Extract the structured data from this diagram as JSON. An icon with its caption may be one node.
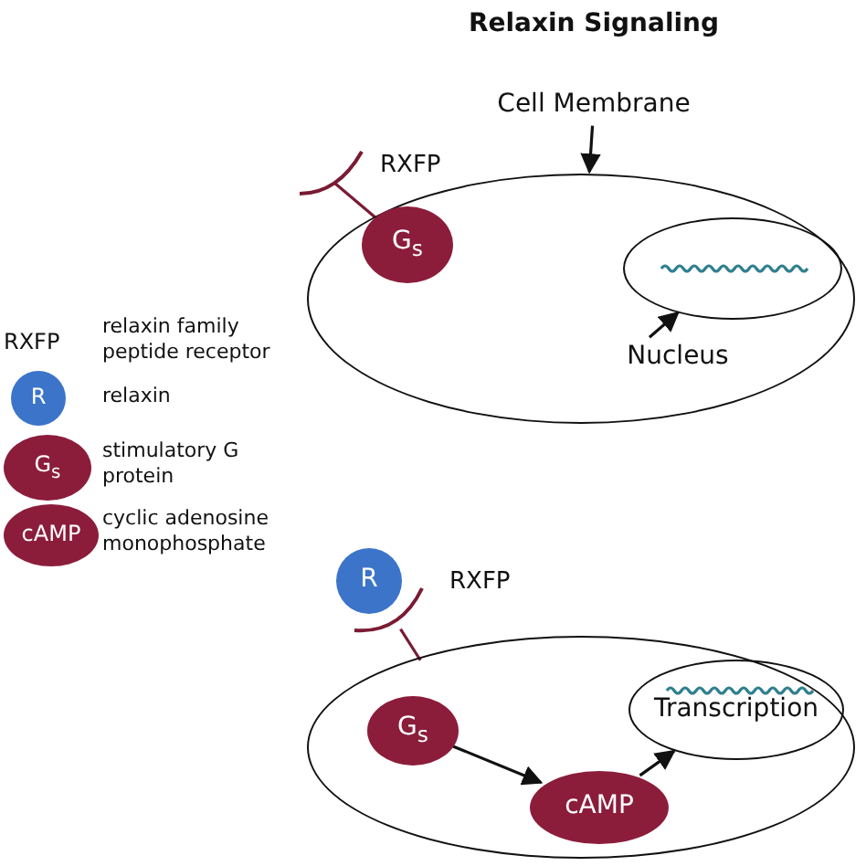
{
  "diagram": {
    "title": "Relaxin Signaling",
    "nodes": [
      {
        "text": [],
        "shape": "ellipse"
      },
      {
        "text": [
          "G$_{s}$"
        ],
        "in": 0
      },
      {
        "text": [],
        "shape": "ellipse",
        "in": 0
      },
      {
        "text": [
          "Cell Membrane"
        ]
      },
      {
        "text": [
          "Nucleus"
        ],
        "in": 0
      },
      {
        "text": [],
        "shape": "arc",
        "beside": [
          "RXFP"
        ]
      },
      {
        "text": [],
        "shape": "ellipse"
      },
      {
        "text": [
          "R"
        ]
      },
      {
        "text": [],
        "shape": "arc",
        "beside": [
          "RXFP"
        ]
      },
      {
        "text": [
          "G$_{s}$"
        ],
        "in": 6
      },
      {
        "text": [
          "cAMP"
        ],
        "in": 6
      },
      {
        "text": [
          "Transcription"
        ],
        "in": 6
      }
    ],
    "edges": [
      {
        "from": 3,
        "to": 0,
        "arrow": "to"
      },
      {
        "from": 4,
        "to": 2,
        "arrow": "to"
      },
      {
        "from": 5,
        "to": 1,
        "arrow": "none",
        "color": "#7a1b33"
      },
      {
        "from": 8,
        "to": 6,
        "arrow": "none",
        "color": "#7a1b33"
      },
      {
        "from": 9,
        "to": 10,
        "arrow": "to"
      },
      {
        "from": 10,
        "to": 11,
        "arrow": "to"
      }
    ],
    "labels": [
      "RXFP",
      "R",
      "G$_{s}$",
      "cAMP"
    ],
    "legend": [
      {
        "text": "relaxin family peptide receptor"
      },
      {
        "text": "relaxin",
        "color": "#3b74c9"
      },
      {
        "text": "stimulatory G protein",
        "color": "#8b1d3b"
      },
      {
        "text": "cyclic adenosine monophosphate",
        "color": "#8b1d3b"
      }
    ]
  }
}
